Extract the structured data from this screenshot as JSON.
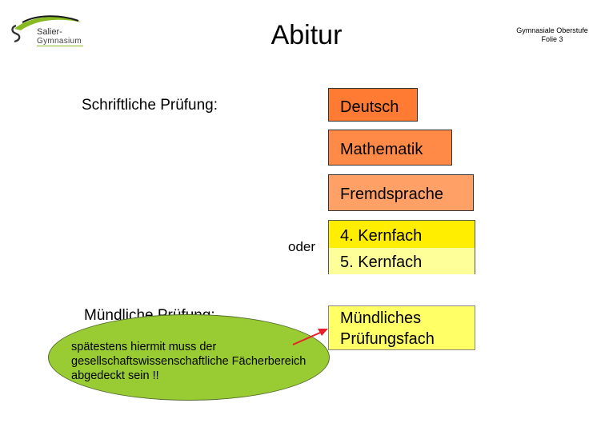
{
  "logo": {
    "line1": "Salier-",
    "line2": "Gymnasium"
  },
  "header": {
    "title": "Abitur",
    "right_line1": "Gymnasiale Oberstufe",
    "right_line2": "Folie 3"
  },
  "written": {
    "label": "Schriftliche Prüfung:",
    "subjects": [
      "Deutsch",
      "Mathematik",
      "Fremdsprache"
    ],
    "or_label": "oder",
    "core_subjects": [
      "4. Kernfach",
      "5. Kernfach"
    ]
  },
  "oral": {
    "label": "Mündliche Prüfung:",
    "subject": "Mündliches Prüfungsfach",
    "note": "spätestens hiermit muss der gesellschaftswissenschaftliche Fächerbereich abgedeckt sein !!"
  },
  "colors": {
    "deutsch": "#ff7a33",
    "mathematik": "#ff8a47",
    "fremdsprache": "#ffa066",
    "kernfach4": "#ffee00",
    "kernfach5": "#ffff99",
    "muendlich": "#ffff66",
    "note_oval": "#99cc33",
    "arrow": "#e8202a"
  },
  "icons": {
    "logo": "school-logo-icon",
    "arrow": "arrow-icon"
  }
}
